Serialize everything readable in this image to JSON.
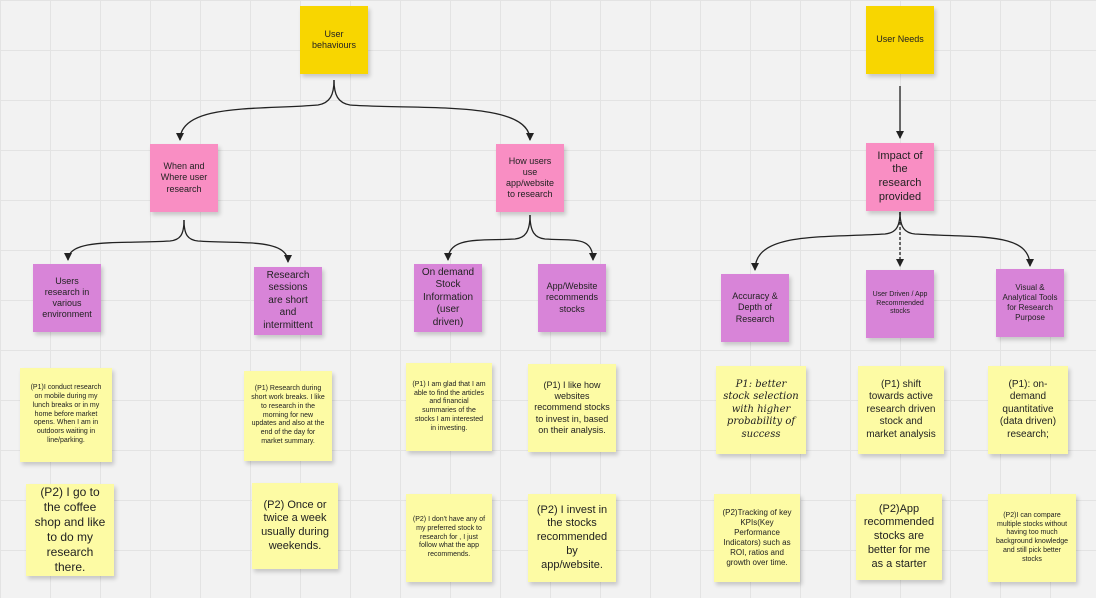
{
  "notes": {
    "user_behaviours": "User behaviours",
    "user_needs": "User Needs",
    "when_where": "When and Where user research",
    "how_users_use": "How users use app/website to research",
    "impact": "Impact of the research provided",
    "users_research_env": "Users research in various environment",
    "sessions_short": "Research sessions are short and intermittent",
    "on_demand_info": "On demand Stock Information (user driven)",
    "app_recommends": "App/Website recommends stocks",
    "accuracy_depth": "Accuracy & Depth of Research",
    "user_driven_app": "User Driven / App Recommended stocks",
    "visual_tools": "Visual & Analytical Tools for Research Purpose",
    "q_p1_mobile": "(P1)I conduct research on mobile during my lunch breaks or in my home before market opens. When I am in outdoors waiting in line/parking.",
    "q_p1_breaks": "(P1) Research during short work breaks. I like to research in the morning for new updates and also at the end of the day for market summary.",
    "q_p1_glad": "(P1) I am glad that I am able to find the articles and financial summaries of the stocks I am interested in investing.",
    "q_p1_websites": "(P1) I like how websites recommend stocks to invest in, based on their analysis.",
    "q_p1_better": "P1: better stock selection with higher probability of success",
    "q_p1_shift": "(P1) shift towards active research driven stock and market analysis",
    "q_p1_ondemand": "(P1): on-demand quantitative (data driven) research;",
    "q_p2_coffee": "(P2) I go to the coffee shop and like to do my research there.",
    "q_p2_twice": "(P2) Once or twice a week usually during weekends.",
    "q_p2_dont": "(P2) I don't have any of my preferred stock to research for , I just follow what the app recommends.",
    "q_p2_invest": "(P2) I invest in the stocks recommended by app/website.",
    "q_p2_kpis": "(P2)Tracking of key KPIs(Key Performance Indicators) such as ROI, ratios and growth over time.",
    "q_p2_app": "(P2)App recommended stocks are better for me as a starter",
    "q_p2_compare": "(P2)I can compare multiple stocks without having too much background knowledge and still pick better stocks"
  },
  "colors": {
    "root": "#f8d600",
    "level2": "#f98ec3",
    "level3": "#d884d8",
    "quote": "#fdfba4",
    "connector": "#222222"
  }
}
